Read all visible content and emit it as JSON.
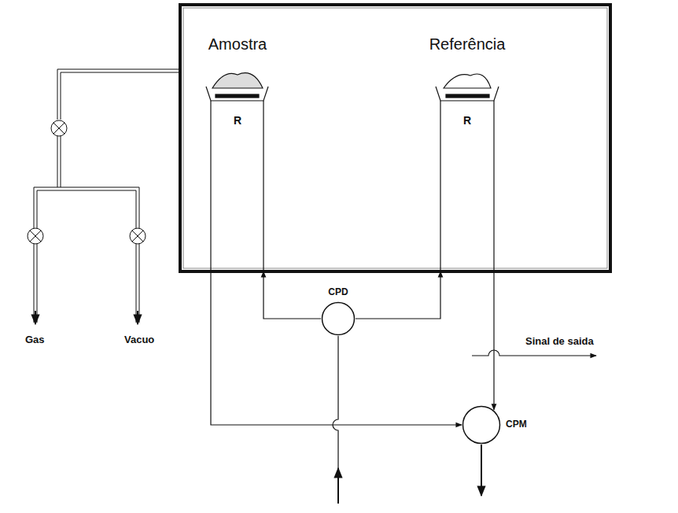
{
  "diagram": {
    "nodes": [
      {
        "text": [
          "Amostra",
          "R"
        ]
      },
      {
        "text": [
          "Referência",
          "R"
        ]
      },
      {
        "text": [
          "CPD"
        ]
      },
      {
        "text": [
          "CPM"
        ]
      }
    ],
    "edges": [
      {
        "from": 2,
        "to": 0,
        "arrow": "to"
      },
      {
        "from": 2,
        "to": 1,
        "arrow": "to"
      },
      {
        "from": 0,
        "to": 3,
        "arrow": "to"
      },
      {
        "from": 1,
        "to": 3,
        "arrow": "to"
      }
    ],
    "labels": [
      "Sinal de saida",
      "Gas",
      "Vacuo"
    ]
  }
}
